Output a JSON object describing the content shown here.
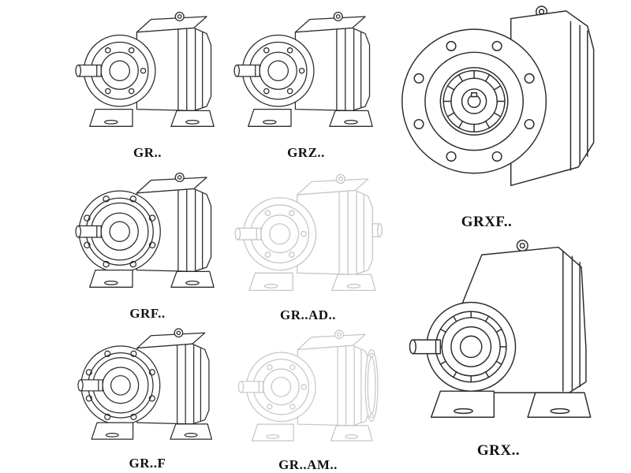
{
  "catalog": {
    "title": "gear reducer model line drawings",
    "items": [
      {
        "label": "GR..",
        "drawing": "foot-mounted-helical-gearbox-side-view",
        "line_style": "solid"
      },
      {
        "label": "GRZ..",
        "drawing": "foot-mounted-helical-gearbox-side-view",
        "line_style": "solid"
      },
      {
        "label": "GRXF..",
        "drawing": "flange-mounted-gearbox-front-flange-view",
        "line_style": "solid"
      },
      {
        "label": "GRF..",
        "drawing": "flange-mounted-helical-gearbox-side-view",
        "line_style": "solid"
      },
      {
        "label": "GR..AD..",
        "drawing": "helical-gearbox-with-input-shaft-adapter",
        "line_style": "faint"
      },
      {
        "label": "GRX..",
        "drawing": "large-foot-mounted-helical-gearbox",
        "line_style": "solid"
      },
      {
        "label": "GR..F",
        "drawing": "foot-and-flange-mounted-helical-gearbox",
        "line_style": "solid"
      },
      {
        "label": "GR..AM..",
        "drawing": "helical-gearbox-with-motor-adapter-flange",
        "line_style": "faint"
      }
    ]
  },
  "colors": {
    "line": "#2b2b2b",
    "faint_line": "#c6c6c6",
    "label": "#111111",
    "background": "#ffffff"
  }
}
